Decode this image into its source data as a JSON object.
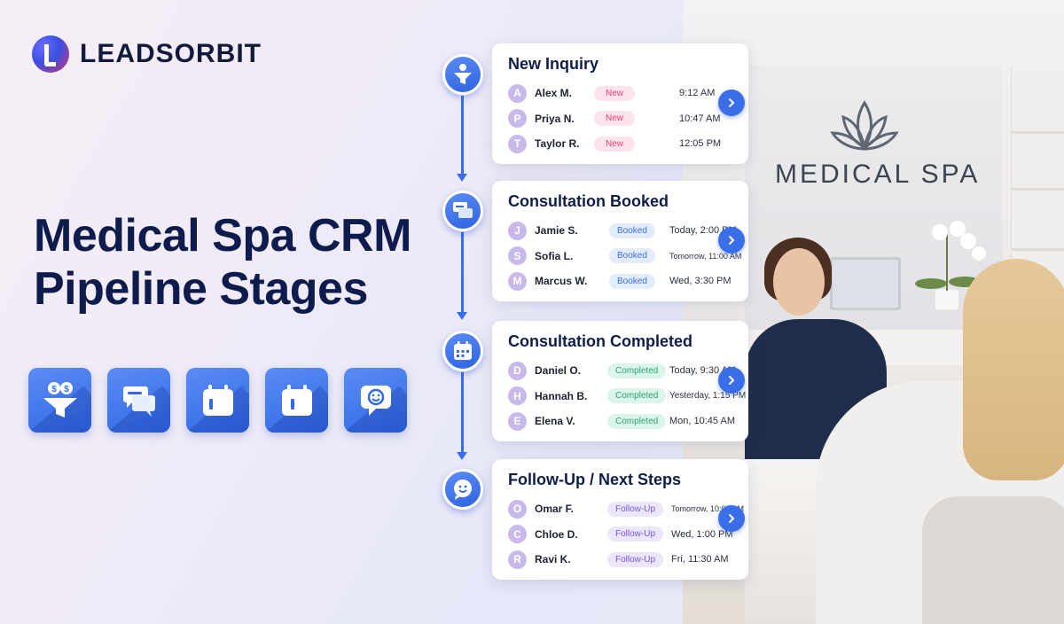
{
  "brand": {
    "logo_icon": "leadsorbit-logo-icon",
    "name": "LEADSORBIT"
  },
  "headline": {
    "line1": "Medical Spa CRM",
    "line2": "Pipeline Stages"
  },
  "icon_row": [
    "funnel-money-icon",
    "chat-bubbles-icon",
    "calendar-icon",
    "calendar-check-icon",
    "smiley-chat-icon"
  ],
  "scene": {
    "sign": "MEDICAL SPA"
  },
  "colors": {
    "accent": "#3a6ee8",
    "title": "#0f1d4a",
    "new": "#e2406f",
    "booked": "#3a6ee8",
    "completed": "#2aa374",
    "follow": "#7a55d8"
  },
  "stages": [
    {
      "title": "New Inquiry",
      "icon": "funnel-money-icon",
      "rows": [
        {
          "initial": "A",
          "name": "Alex M.",
          "badge": "New",
          "time": "9:12 AM"
        },
        {
          "initial": "P",
          "name": "Priya N.",
          "badge": "New",
          "time": "10:47 AM"
        },
        {
          "initial": "T",
          "name": "Taylor R.",
          "badge": "New",
          "time": "12:05 PM"
        }
      ]
    },
    {
      "title": "Consultation Booked",
      "icon": "chat-bubbles-icon",
      "rows": [
        {
          "initial": "J",
          "name": "Jamie S.",
          "badge": "Booked",
          "time": "Today, 2:00 PM"
        },
        {
          "initial": "S",
          "name": "Sofia L.",
          "badge": "Booked",
          "time": "Tomorrow, 11:00 AM"
        },
        {
          "initial": "M",
          "name": "Marcus W.",
          "badge": "Booked",
          "time": "Wed, 3:30 PM"
        }
      ]
    },
    {
      "title": "Consultation Completed",
      "icon": "calendar-icon",
      "rows": [
        {
          "initial": "D",
          "name": "Daniel O.",
          "badge": "Completed",
          "time": "Today, 9:30 AM"
        },
        {
          "initial": "H",
          "name": "Hannah B.",
          "badge": "Completed",
          "time": "Yesterday, 1:15 PM"
        },
        {
          "initial": "E",
          "name": "Elena V.",
          "badge": "Completed",
          "time": "Mon, 10:45 AM"
        }
      ]
    },
    {
      "title": "Follow-Up / Next Steps",
      "icon": "smiley-chat-icon",
      "rows": [
        {
          "initial": "O",
          "name": "Omar F.",
          "badge": "Follow-Up",
          "time": "Tomorrow, 10:00 AM"
        },
        {
          "initial": "C",
          "name": "Chloe D.",
          "badge": "Follow-Up",
          "time": "Wed, 1:00 PM"
        },
        {
          "initial": "R",
          "name": "Ravi K.",
          "badge": "Follow-Up",
          "time": "Fri, 11:30 AM"
        }
      ]
    }
  ]
}
